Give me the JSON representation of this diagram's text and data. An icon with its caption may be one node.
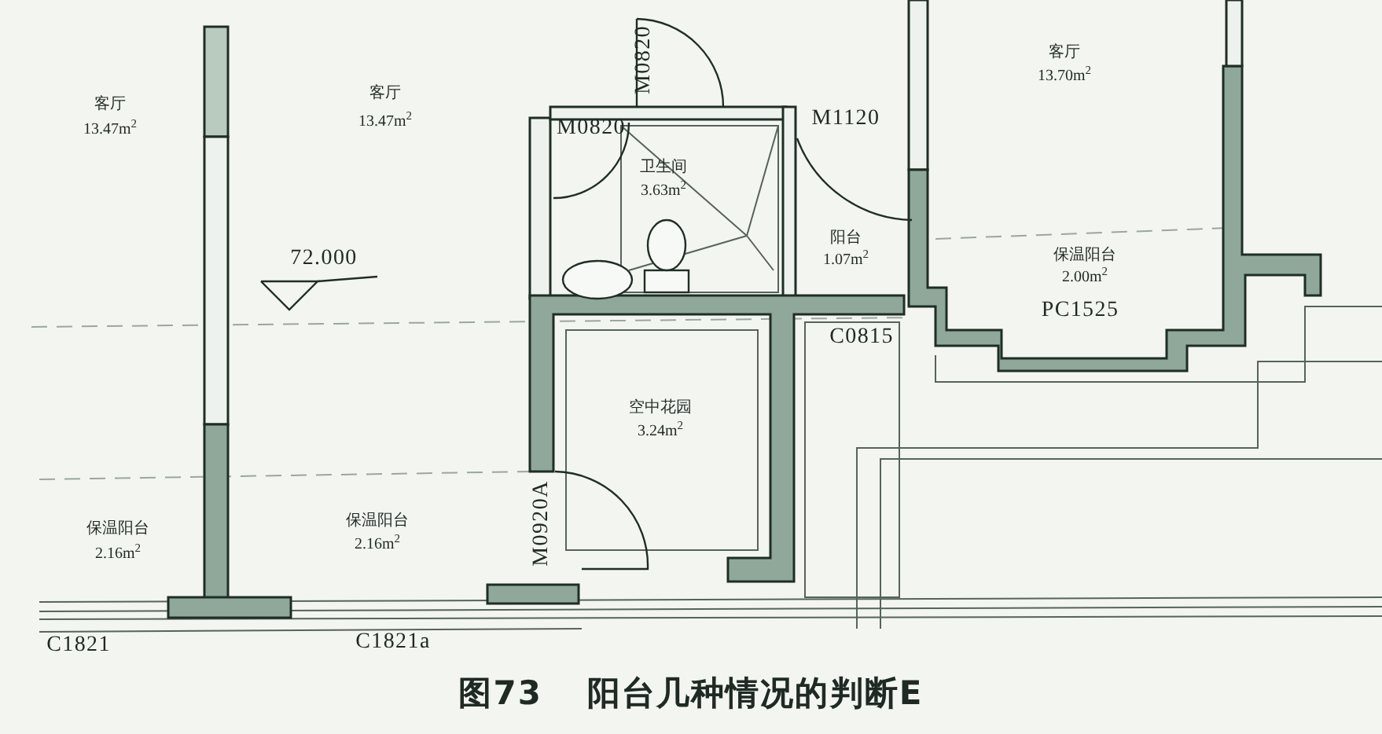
{
  "diagram": {
    "caption": "图73 阳台几种情况的判断E",
    "labels": [
      "客厅",
      "13.47m$^{2}$",
      "客厅",
      "13.47m$^{2}$",
      "M0820",
      "客厅",
      "13.70m$^{2}$",
      "M0820",
      "M1120",
      "卫生间",
      "3.63m$^{2}$",
      "72.000",
      "阳台",
      "1.07m$^{2}$",
      "保温阳台",
      "2.00m$^{2}$",
      "PC1525",
      "C0815",
      "空中花园",
      "3.24m$^{2}$",
      "保温阳台",
      "2.16m$^{2}$",
      "保温阳台",
      "2.16m$^{2}$",
      "M0920A",
      "C1821",
      "C1821a"
    ]
  }
}
